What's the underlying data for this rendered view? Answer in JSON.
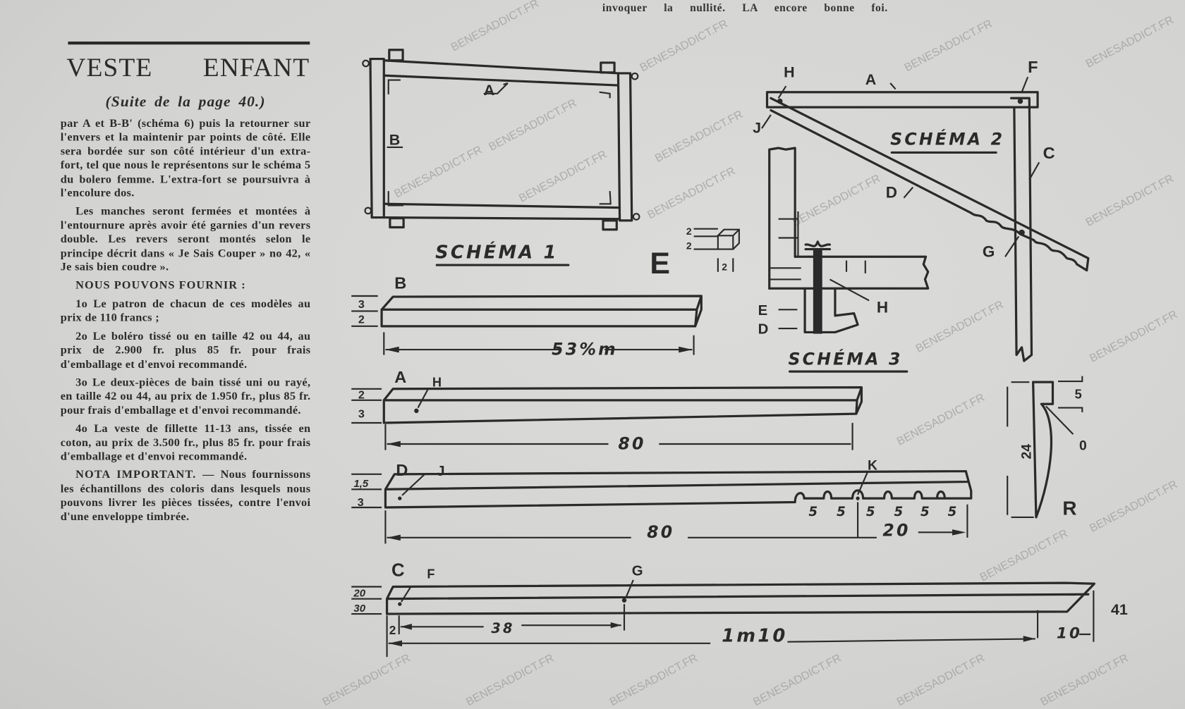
{
  "top_snippet": "invoquer la nullité. LA encore bonne foi.",
  "article": {
    "title": "VESTE ENFANT",
    "subtitle": "(Suite de la page 40.)",
    "paragraphs": [
      "par A et B-B' (schéma 6) puis la retourner sur l'envers et la maintenir par points de côté. Elle sera bordée sur son côté intérieur d'un extra-fort, tel que nous le représentons sur le schéma 5 du bolero femme. L'extra-fort se poursuivra à l'encolure dos.",
      "Les manches seront fermées et montées à l'entournure après avoir été garnies d'un revers double. Les revers seront montés selon le principe décrit dans « Je Sais Couper » no 42, « Je sais bien coudre »."
    ],
    "offer_heading": "NOUS POUVONS FOURNIR :",
    "offers": [
      "1o Le patron de chacun de ces modèles au prix de 110 francs ;",
      "2o Le boléro tissé ou en taille 42 ou 44, au prix de 2.900 fr. plus 85 fr. pour frais d'emballage et d'envoi recommandé.",
      "3o Le deux-pièces de bain tissé uni ou rayé, en taille 42 ou 44, au prix de 1.950 fr., plus 85 fr. pour frais d'emballage et d'envoi recommandé.",
      "4o La veste de fillette 11-13 ans, tissée en coton, au prix de 3.500 fr., plus 85 fr. pour frais d'emballage et d'envoi recommandé."
    ],
    "note_heading": "NOTA IMPORTANT. —",
    "note_text": "Nous fournissons les échantillons des coloris dans lesquels nous pouvons livrer les pièces tissées, contre l'envoi d'une enveloppe timbrée."
  },
  "diagrams": {
    "schema1": {
      "title": "SCHÉMA 1",
      "label_a": "A",
      "label_b": "B"
    },
    "schema2": {
      "title": "SCHÉMA 2",
      "h": "H",
      "a": "A",
      "f": "F",
      "j": "J",
      "c": "C",
      "d": "D",
      "g": "G"
    },
    "schema3": {
      "title": "SCHÉMA 3",
      "e": "E",
      "d": "D",
      "h": "H"
    },
    "part_e": {
      "label": "E",
      "dim1": "2",
      "dim2": "2",
      "dim3": "2"
    },
    "bar_b": {
      "label": "B",
      "h1": "3",
      "h2": "2",
      "length": "53%m"
    },
    "bar_a": {
      "label": "A",
      "hole": "H",
      "h1": "2",
      "h2": "3",
      "length": "80"
    },
    "bar_d": {
      "label": "D",
      "hole": "J",
      "notch": "K",
      "h1": "1,5",
      "h2": "3",
      "length": "80",
      "notched_length": "20",
      "notch_spacing": [
        "5",
        "5",
        "5",
        "5",
        "5",
        "5"
      ]
    },
    "bar_c": {
      "label": "C",
      "hole1": "F",
      "hole2": "G",
      "h1": "20",
      "h2": "30",
      "offset": "2",
      "spacing": "38",
      "length": "1m10",
      "tip": "10"
    },
    "part_r": {
      "label": "R",
      "height": "24",
      "notch": "5",
      "point": "0"
    }
  },
  "page_number": "41",
  "watermark": "BENESADDICT.FR",
  "colors": {
    "paper": "#d3d3d1",
    "ink": "#2a2a2a"
  }
}
